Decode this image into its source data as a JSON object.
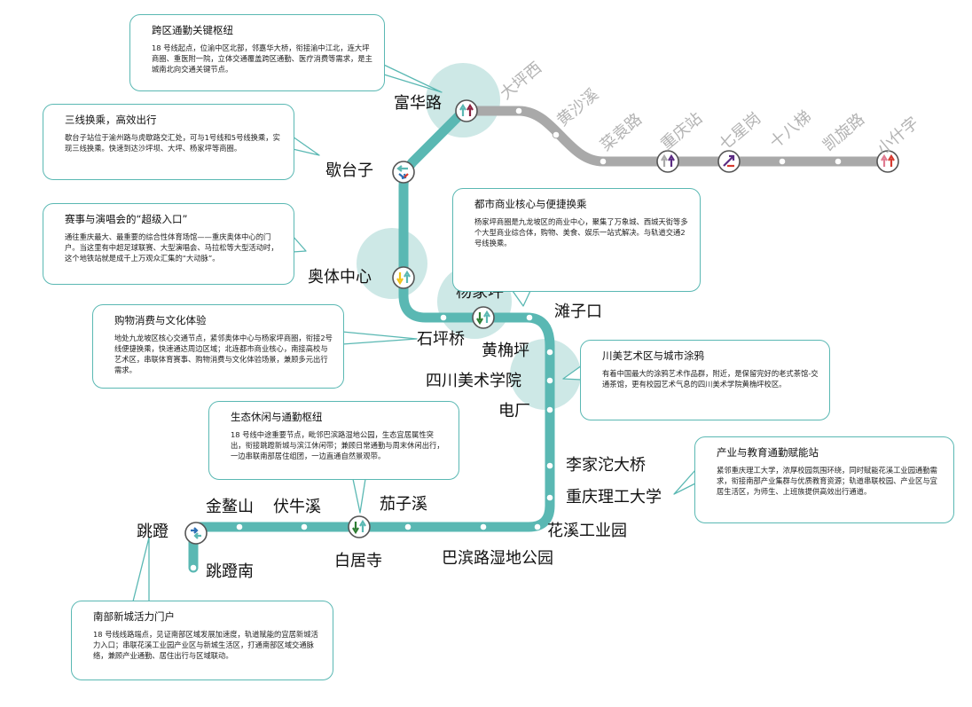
{
  "line": {
    "active_color": "#5ab8b3",
    "planned_color": "#a9a9a9",
    "highlight_color": "#cde8e6"
  },
  "stations": {
    "fuhualu": "富华路",
    "xietaizi": "歇台子",
    "aotizhongxin": "奥体中心",
    "yangjiaping": "杨家坪",
    "shipingqiao": "石坪桥",
    "huangjueping": "黄桷坪",
    "tanzikou": "滩子口",
    "sichuanmeishu": "四川美术学院",
    "dianchang": "电厂",
    "lijiatuo": "李家沱大桥",
    "cqlg": "重庆理工大学",
    "huaxigongye": "花溪工业园",
    "babinlu": "巴滨路湿地公园",
    "qiezixi": "茄子溪",
    "baijusi": "白居寺",
    "funiuxi": "伏牛溪",
    "jinaoshan": "金鳌山",
    "tiaodeng": "跳蹬",
    "tiaodengnan": "跳蹬南"
  },
  "planned_stations": [
    "大坪西",
    "黄沙溪",
    "菜袁路",
    "重庆站",
    "七星岗",
    "十八梯",
    "凯旋路",
    "小什字"
  ],
  "notes": {
    "fuhualu": {
      "title": "跨区通勤关键枢纽",
      "body": "18 号线起点，位渝中区北部，邻嘉华大桥，衔接渝中江北，连大坪商圈、重医附一院，立体交通覆盖跨区通勤、医疗消费等需求，是主城南北向交通关键节点。"
    },
    "xietaizi": {
      "title": "三线换乘，高效出行",
      "body": "歇台子站位于渝州路与虎歇路交汇处，可与1号线和5号线换乘，实现三线换乘。快速到达沙坪坝、大坪、杨家坪等商圈。"
    },
    "aoti": {
      "title": "赛事与演唱会的“超级入口”",
      "body": "通往重庆最大、最重要的综合性体育场馆——重庆奥体中心的门户。当这里有中超足球联赛、大型演唱会、马拉松等大型活动时，这个地铁站就是成千上万观众汇集的“大动脉”。"
    },
    "yangjiaping": {
      "title": "都市商业核心与便捷换乘",
      "body": "杨家坪商圈是九龙坡区的商业中心，聚集了万象城、西城天街等多个大型商业综合体，购物、美食、娱乐一站式解决。与轨道交通2号线换乘。"
    },
    "shipingqiao": {
      "title": "购物消费与文化体验",
      "body": "地处九龙坡区核心交通节点，紧邻奥体中心与杨家坪商圈，衔接2号线便捷换乘，快速通达周边区域；北连都市商业核心，南接高校与艺术区，串联体育赛事、购物消费与文化体验场景，兼顾多元出行需求。"
    },
    "meishu": {
      "title": "川美艺术区与城市涂鸦",
      "body": "有着中国最大的涂鸦艺术作品群，附近，是保留完好的老式茶馆-交通茶馆，更有校园艺术气息的四川美术学院黄桷坪校区。"
    },
    "baijusi": {
      "title": "生态休闲与通勤枢纽",
      "body": "18 号线中途重要节点，毗邻巴滨路湿地公园，生态宜居属性突出，衔接跳蹬新城与滨江休闲带；兼顾日常通勤与周末休闲出行，一边串联南部居住组团，一边直通自然景观带。"
    },
    "cqlg": {
      "title": "产业与教育通勤赋能站",
      "body": "紧邻重庆理工大学，浓厚校园氛围环绕，同时赋能花溪工业园通勤需求，衔接南部产业集群与优质教育资源；轨道串联校园、产业区与宜居生活区，为师生、上班族提供高效出行通道。"
    },
    "tiaodeng": {
      "title": "南部新城活力门户",
      "body": "18 号线线路端点，见证南部区域发展加速度，轨道赋能的宜居新城活力入口；串联花溪工业园产业区与新城生活区，打通南部区域交通脉络，兼顾产业通勤、居住出行与区域联动。"
    }
  }
}
